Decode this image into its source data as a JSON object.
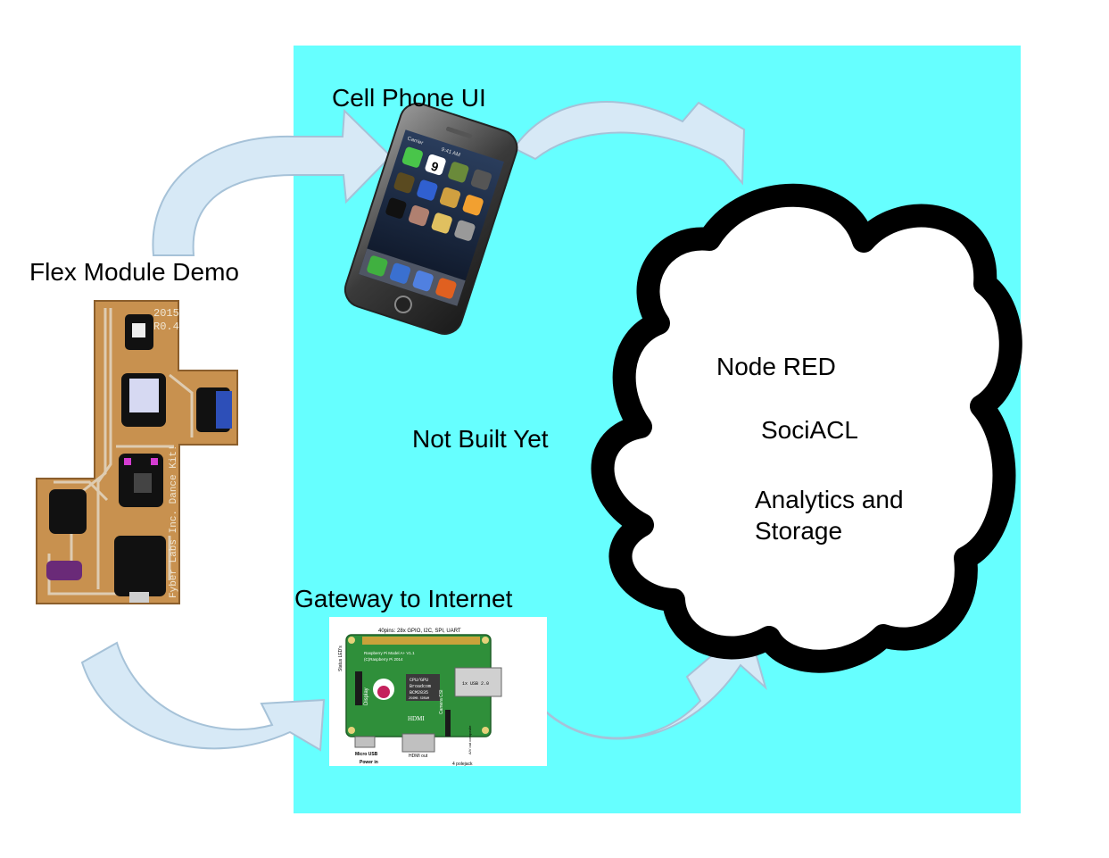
{
  "labels": {
    "flex_module": "Flex Module Demo",
    "cell_phone": "Cell Phone UI",
    "not_built": "Not Built Yet",
    "gateway": "Gateway to Internet",
    "cloud_lines": [
      "Node RED",
      "SociACL",
      "Analytics and",
      "Storage"
    ]
  },
  "pcb": {
    "year": "2015",
    "revision": "R0.4",
    "vertical_text": "Fyber Labs Inc. Dance Kit!"
  },
  "phone": {
    "carrier": "Carrier",
    "time": "9:41 AM",
    "calendar_day": "9"
  },
  "raspberry_pi": {
    "header_label": "40pins: 28x GPIO, I2C, SPI, UART",
    "status_leds": "Status LED's",
    "board_name": "Raspberry Pi Model A+ V1.1",
    "copyright": "(C)Raspberry Pi 2014",
    "cpu": "CPU/GPU",
    "cpu_vendor": "Broadcom",
    "cpu_model": "BCM2835",
    "ram": "256MB SDRAM",
    "usb": "1x USB 2.0",
    "hdmi": "HDMI",
    "hdmi_out": "HDMI out",
    "audio": "4 polejack",
    "power": "Micro USB",
    "power_in": "Power in",
    "display": "Display",
    "camera": "Camera CSI",
    "audio_side": "A/V out composite"
  },
  "colors": {
    "cyan_area": "#66ffff",
    "arrow_fill": "#d7e9f6",
    "arrow_stroke": "#a6c2d8",
    "pcb_board": "#c8914f",
    "pi_board": "#2f8f3a"
  }
}
